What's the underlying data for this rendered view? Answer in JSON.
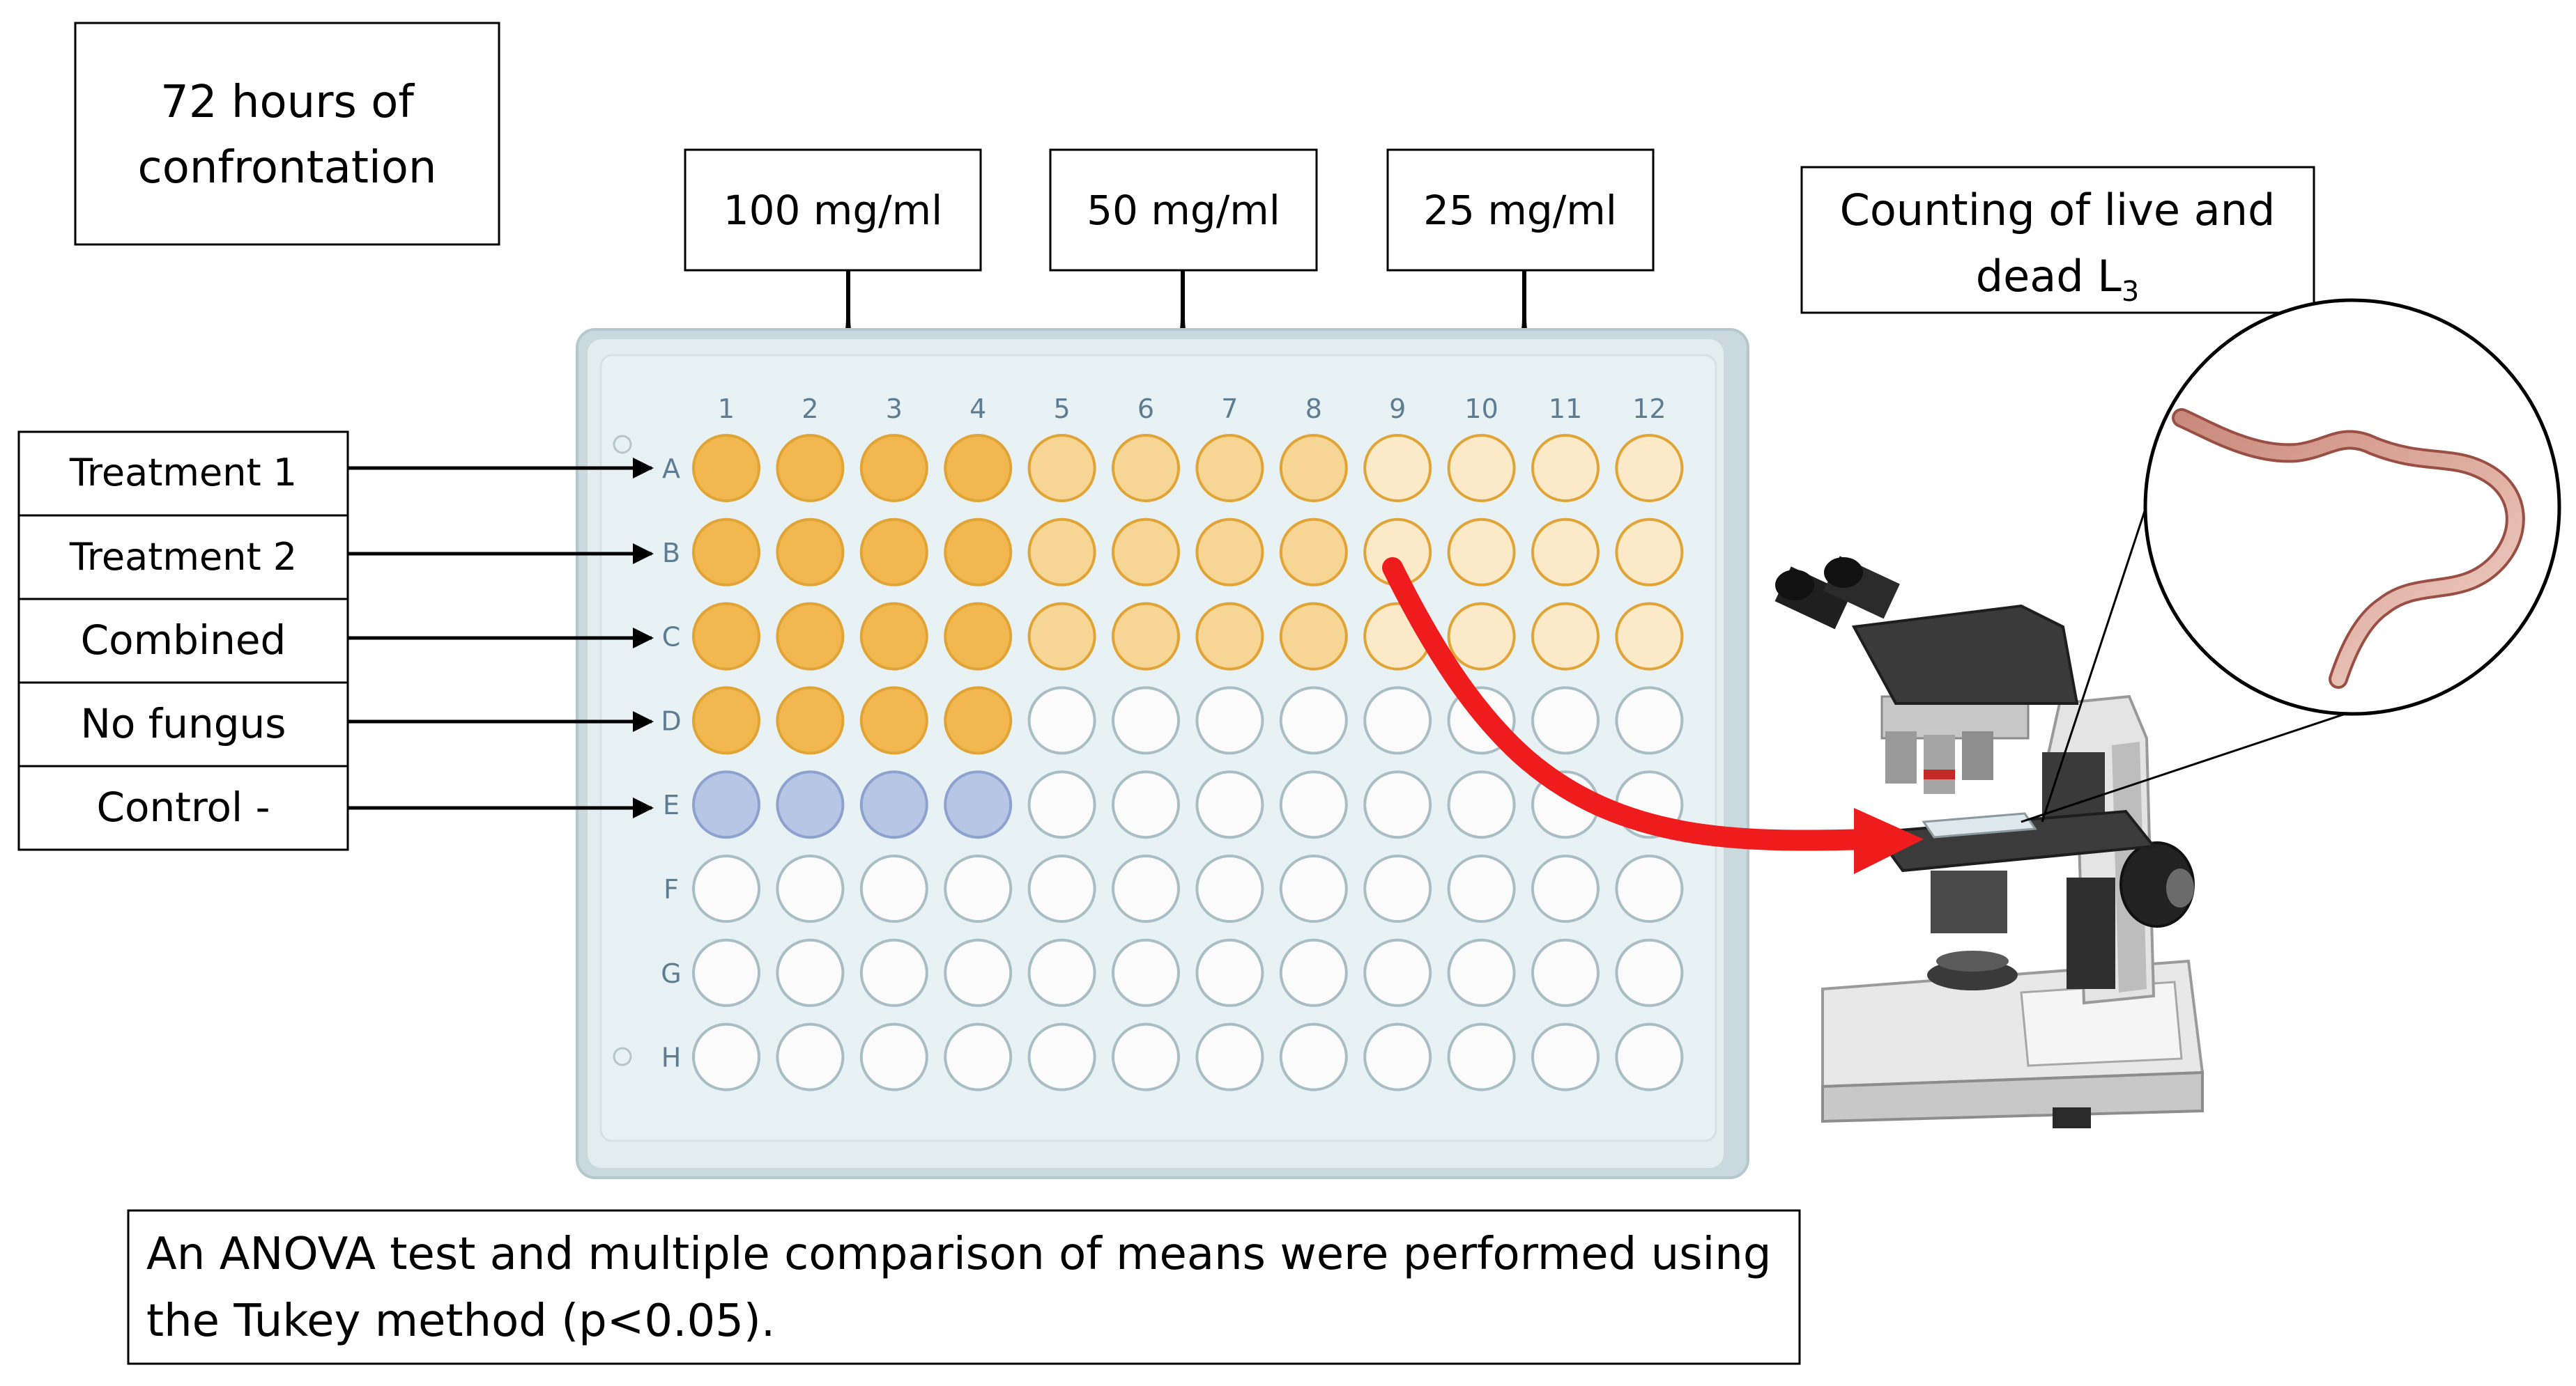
{
  "duration_box": {
    "line1": "72 hours of",
    "line2": "confrontation"
  },
  "concentrations": [
    "100 mg/ml",
    "50 mg/ml",
    "25 mg/ml"
  ],
  "counting_box": {
    "line1": "Counting of live and",
    "line2": "dead L",
    "subscript": "3"
  },
  "treatments": [
    "Treatment 1",
    "Treatment 2",
    "Combined",
    "No fungus",
    "Control -"
  ],
  "plate": {
    "columns": [
      "1",
      "2",
      "3",
      "4",
      "5",
      "6",
      "7",
      "8",
      "9",
      "10",
      "11",
      "12"
    ],
    "rows": [
      "A",
      "B",
      "C",
      "D",
      "E",
      "F",
      "G",
      "H"
    ]
  },
  "colors": {
    "dark_orange": "#f2b84f",
    "mid_orange": "#f7d594",
    "light_orange": "#fbe9c8",
    "blue": "#b8c6e6",
    "empty": "#fbfbfb",
    "arrow": "#ee1c1c"
  },
  "note": {
    "line1": "An ANOVA test and multiple comparison of means were performed using",
    "line2": "the Tukey method (p<0.05)."
  }
}
